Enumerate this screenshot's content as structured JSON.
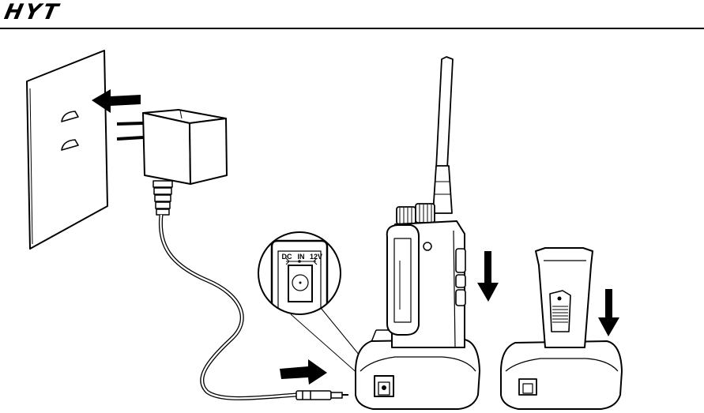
{
  "header": {
    "brand": "HYT"
  },
  "diagram": {
    "jack_labels": {
      "dc": "DC",
      "in": "IN",
      "volt": "12V"
    }
  }
}
